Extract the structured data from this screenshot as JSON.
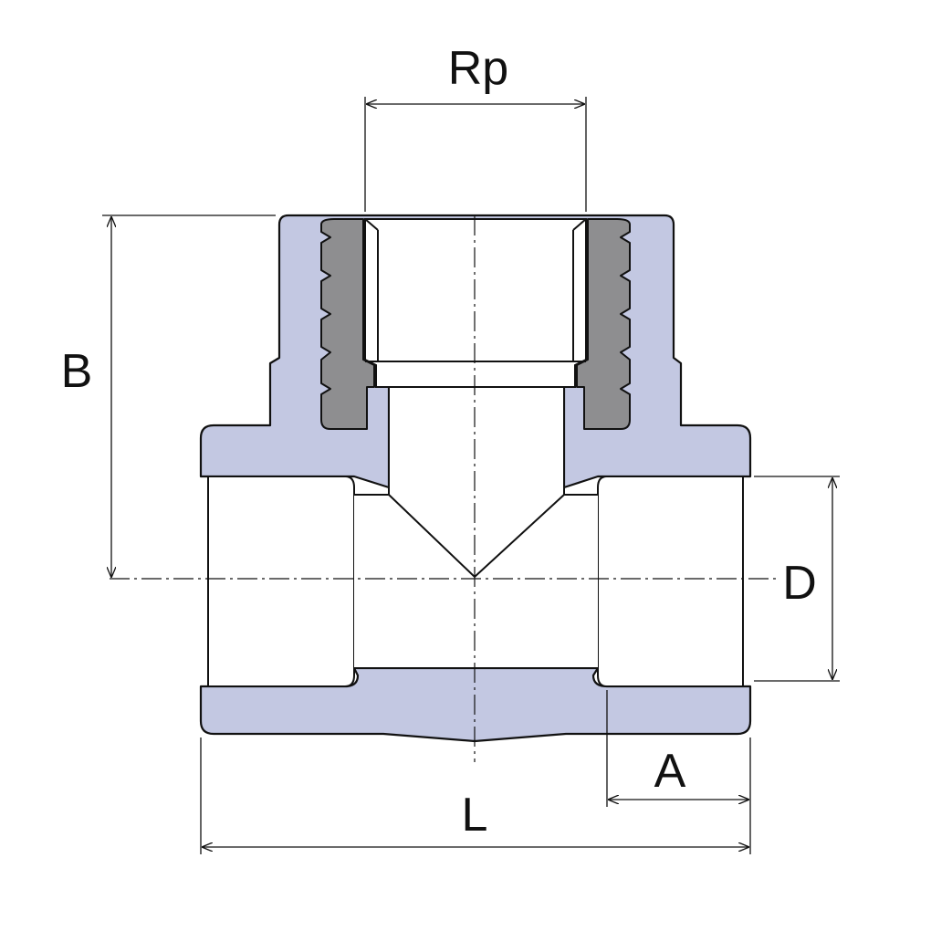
{
  "labels": {
    "rp": "Rp",
    "b": "B",
    "d": "D",
    "a": "A",
    "l": "L"
  },
  "colors": {
    "body_fill": "#c3c8e2",
    "insert_fill": "#8e8e90",
    "outline": "#111111",
    "background": "#ffffff"
  }
}
